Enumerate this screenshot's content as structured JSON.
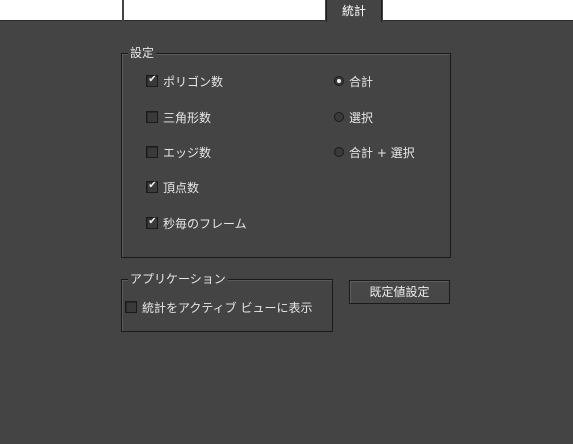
{
  "tabs": {
    "active_label": "統計"
  },
  "settings": {
    "legend": "設定",
    "checkboxes": [
      {
        "label": "ポリゴン数",
        "checked": true
      },
      {
        "label": "三角形数",
        "checked": false
      },
      {
        "label": "エッジ数",
        "checked": false
      },
      {
        "label": "頂点数",
        "checked": true
      },
      {
        "label": "秒毎のフレーム",
        "checked": true
      }
    ],
    "radios": [
      {
        "label": "合計",
        "selected": true
      },
      {
        "label": "選択",
        "selected": false
      },
      {
        "label": "合計 + 選択",
        "selected": false
      }
    ]
  },
  "application": {
    "legend": "アプリケーション",
    "checkbox": {
      "label": "統計をアクティブ ビューに表示",
      "checked": false
    }
  },
  "default_button": {
    "label": "既定値設定"
  },
  "colors": {
    "background": "#444444",
    "text": "#e6e6e6",
    "border": "#1a1a1a"
  }
}
